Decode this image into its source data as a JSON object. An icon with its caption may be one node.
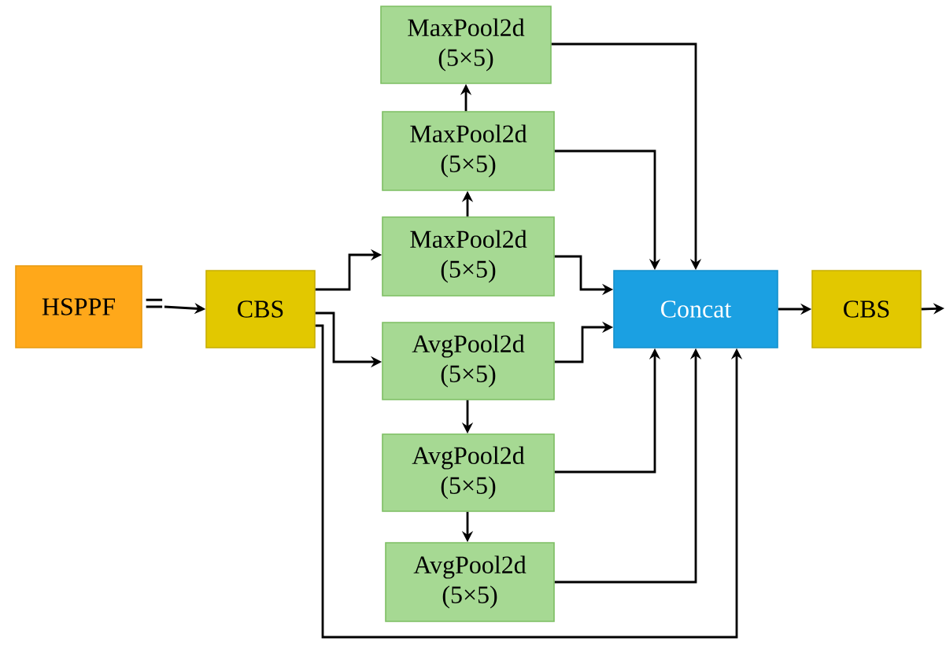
{
  "diagram": {
    "nodes": [
      {
        "text": [
          "HSPPF"
        ]
      },
      {
        "text": [
          "="
        ]
      },
      {
        "text": [
          "CBS"
        ]
      },
      {
        "text": [
          "MaxPool2d (5×5)"
        ]
      },
      {
        "text": [
          "MaxPool2d (5×5)"
        ]
      },
      {
        "text": [
          "MaxPool2d (5×5)"
        ]
      },
      {
        "text": [
          "AvgPool2d (5×5)"
        ]
      },
      {
        "text": [
          "AvgPool2d (5×5)"
        ]
      },
      {
        "text": [
          "AvgPool2d (5×5)"
        ]
      },
      {
        "text": [
          "Concat"
        ]
      },
      {
        "text": [
          "CBS"
        ]
      }
    ],
    "edges": [
      {
        "from": 1,
        "to": 2,
        "arrow": "to"
      },
      {
        "from": 2,
        "to": 5,
        "arrow": "to"
      },
      {
        "from": 2,
        "to": 6,
        "arrow": "to"
      },
      {
        "from": 2,
        "to": 9,
        "arrow": "to"
      },
      {
        "from": 5,
        "to": 4,
        "arrow": "to"
      },
      {
        "from": 4,
        "to": 3,
        "arrow": "to"
      },
      {
        "from": 6,
        "to": 7,
        "arrow": "to"
      },
      {
        "from": 7,
        "to": 8,
        "arrow": "to"
      },
      {
        "from": 3,
        "to": 9,
        "arrow": "to"
      },
      {
        "from": 4,
        "to": 9,
        "arrow": "to"
      },
      {
        "from": 5,
        "to": 9,
        "arrow": "to"
      },
      {
        "from": 6,
        "to": 9,
        "arrow": "to"
      },
      {
        "from": 7,
        "to": 9,
        "arrow": "to"
      },
      {
        "from": 8,
        "to": 9,
        "arrow": "to"
      },
      {
        "from": 9,
        "to": 10,
        "arrow": "to"
      },
      {
        "from": 10,
        "to": null,
        "arrow": "to"
      }
    ]
  }
}
